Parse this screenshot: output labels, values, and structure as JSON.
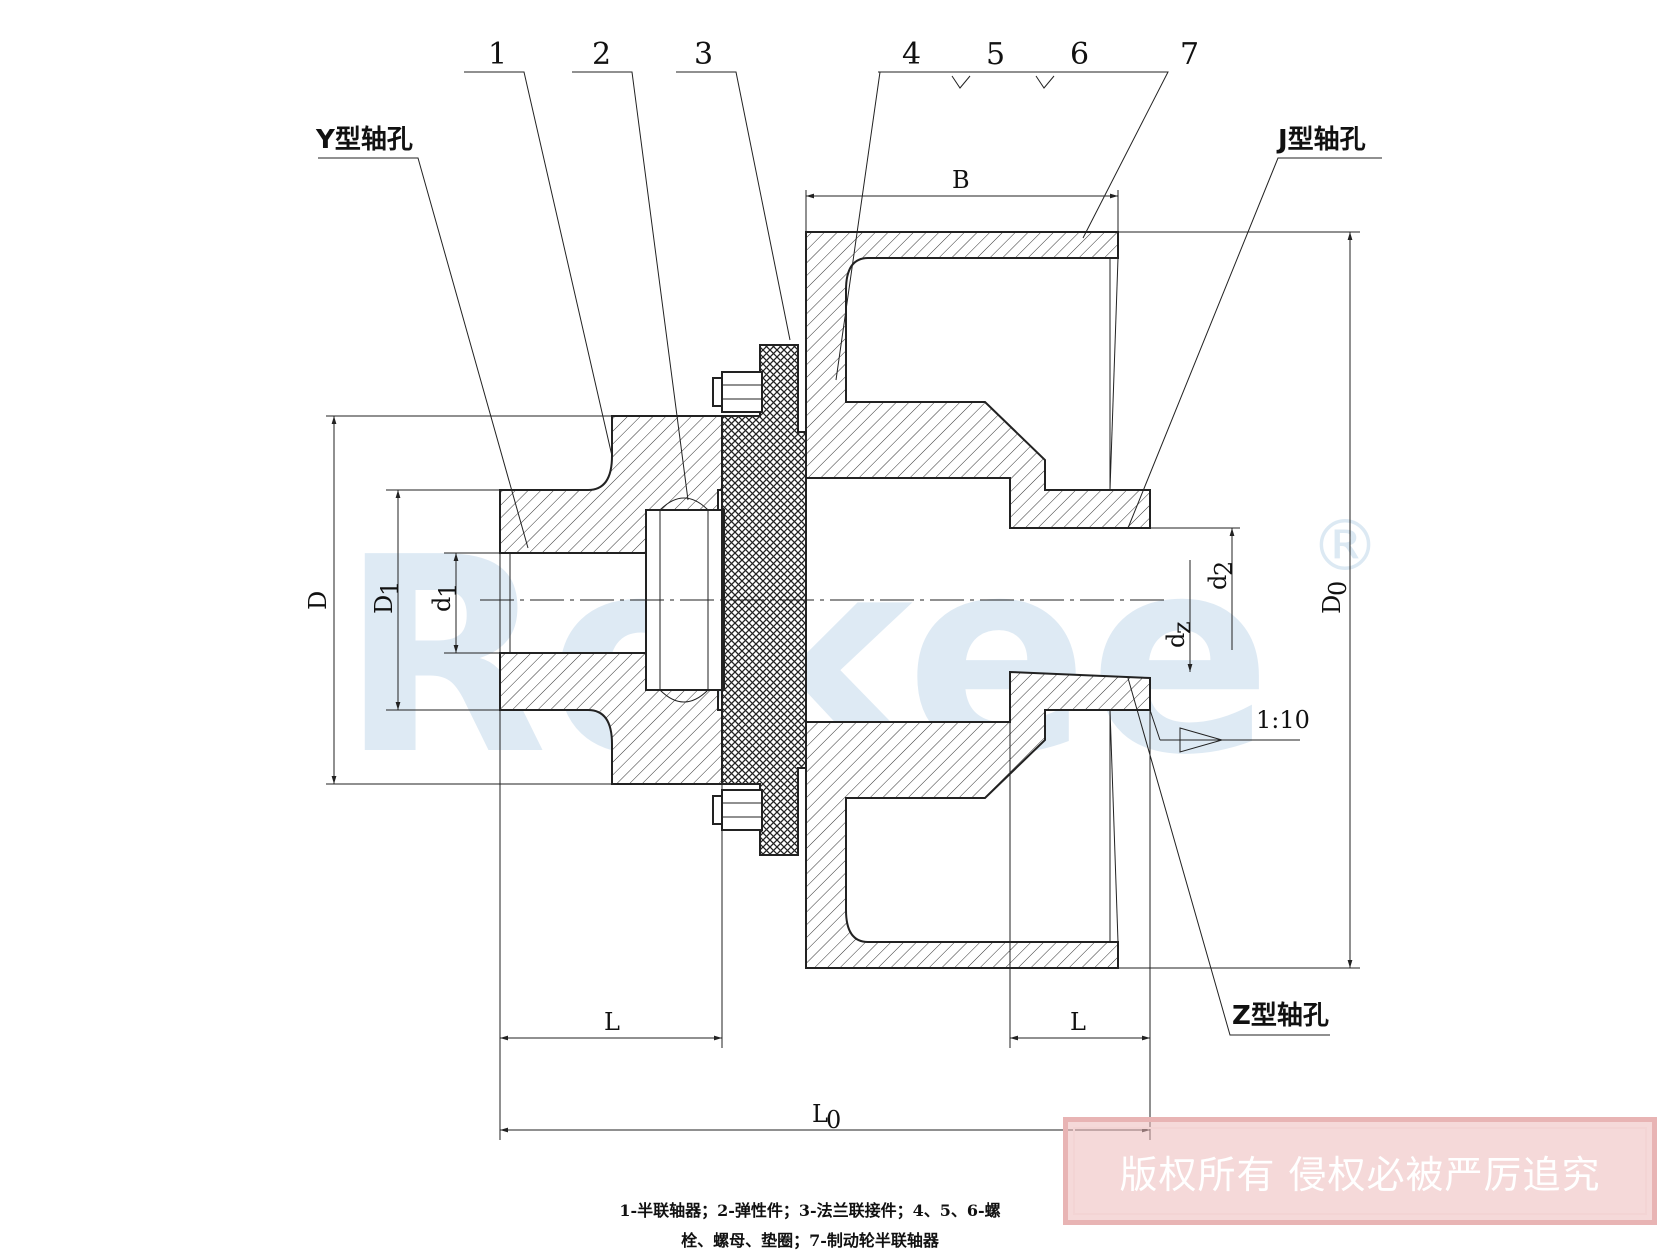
{
  "callouts": [
    "1",
    "2",
    "3",
    "4",
    "5",
    "6",
    "7"
  ],
  "bore_labels": {
    "y_type": "Y型轴孔",
    "j_type": "J型轴孔",
    "z_type": "Z型轴孔"
  },
  "dimensions": {
    "B": "B",
    "D": "D",
    "D1": "D",
    "D1_sub": "1",
    "d1": "d",
    "d1_sub": "1",
    "d2": "d",
    "d2_sub": "2",
    "dz": "d",
    "dz_sub": "z",
    "D0": "D",
    "D0_sub": "0",
    "L_left": "L",
    "L_right": "L",
    "L0": "L",
    "L0_sub": "0",
    "taper": "1:10"
  },
  "watermark": {
    "text": "Rokee",
    "registered": "®"
  },
  "caption": {
    "line1": "1-半联轴器；2-弹性件；3-法兰联接件；4、5、6-螺",
    "line2": "栓、螺母、垫圈；7-制动轮半联轴器"
  },
  "copyright": "版权所有 侵权必被严厉追究"
}
